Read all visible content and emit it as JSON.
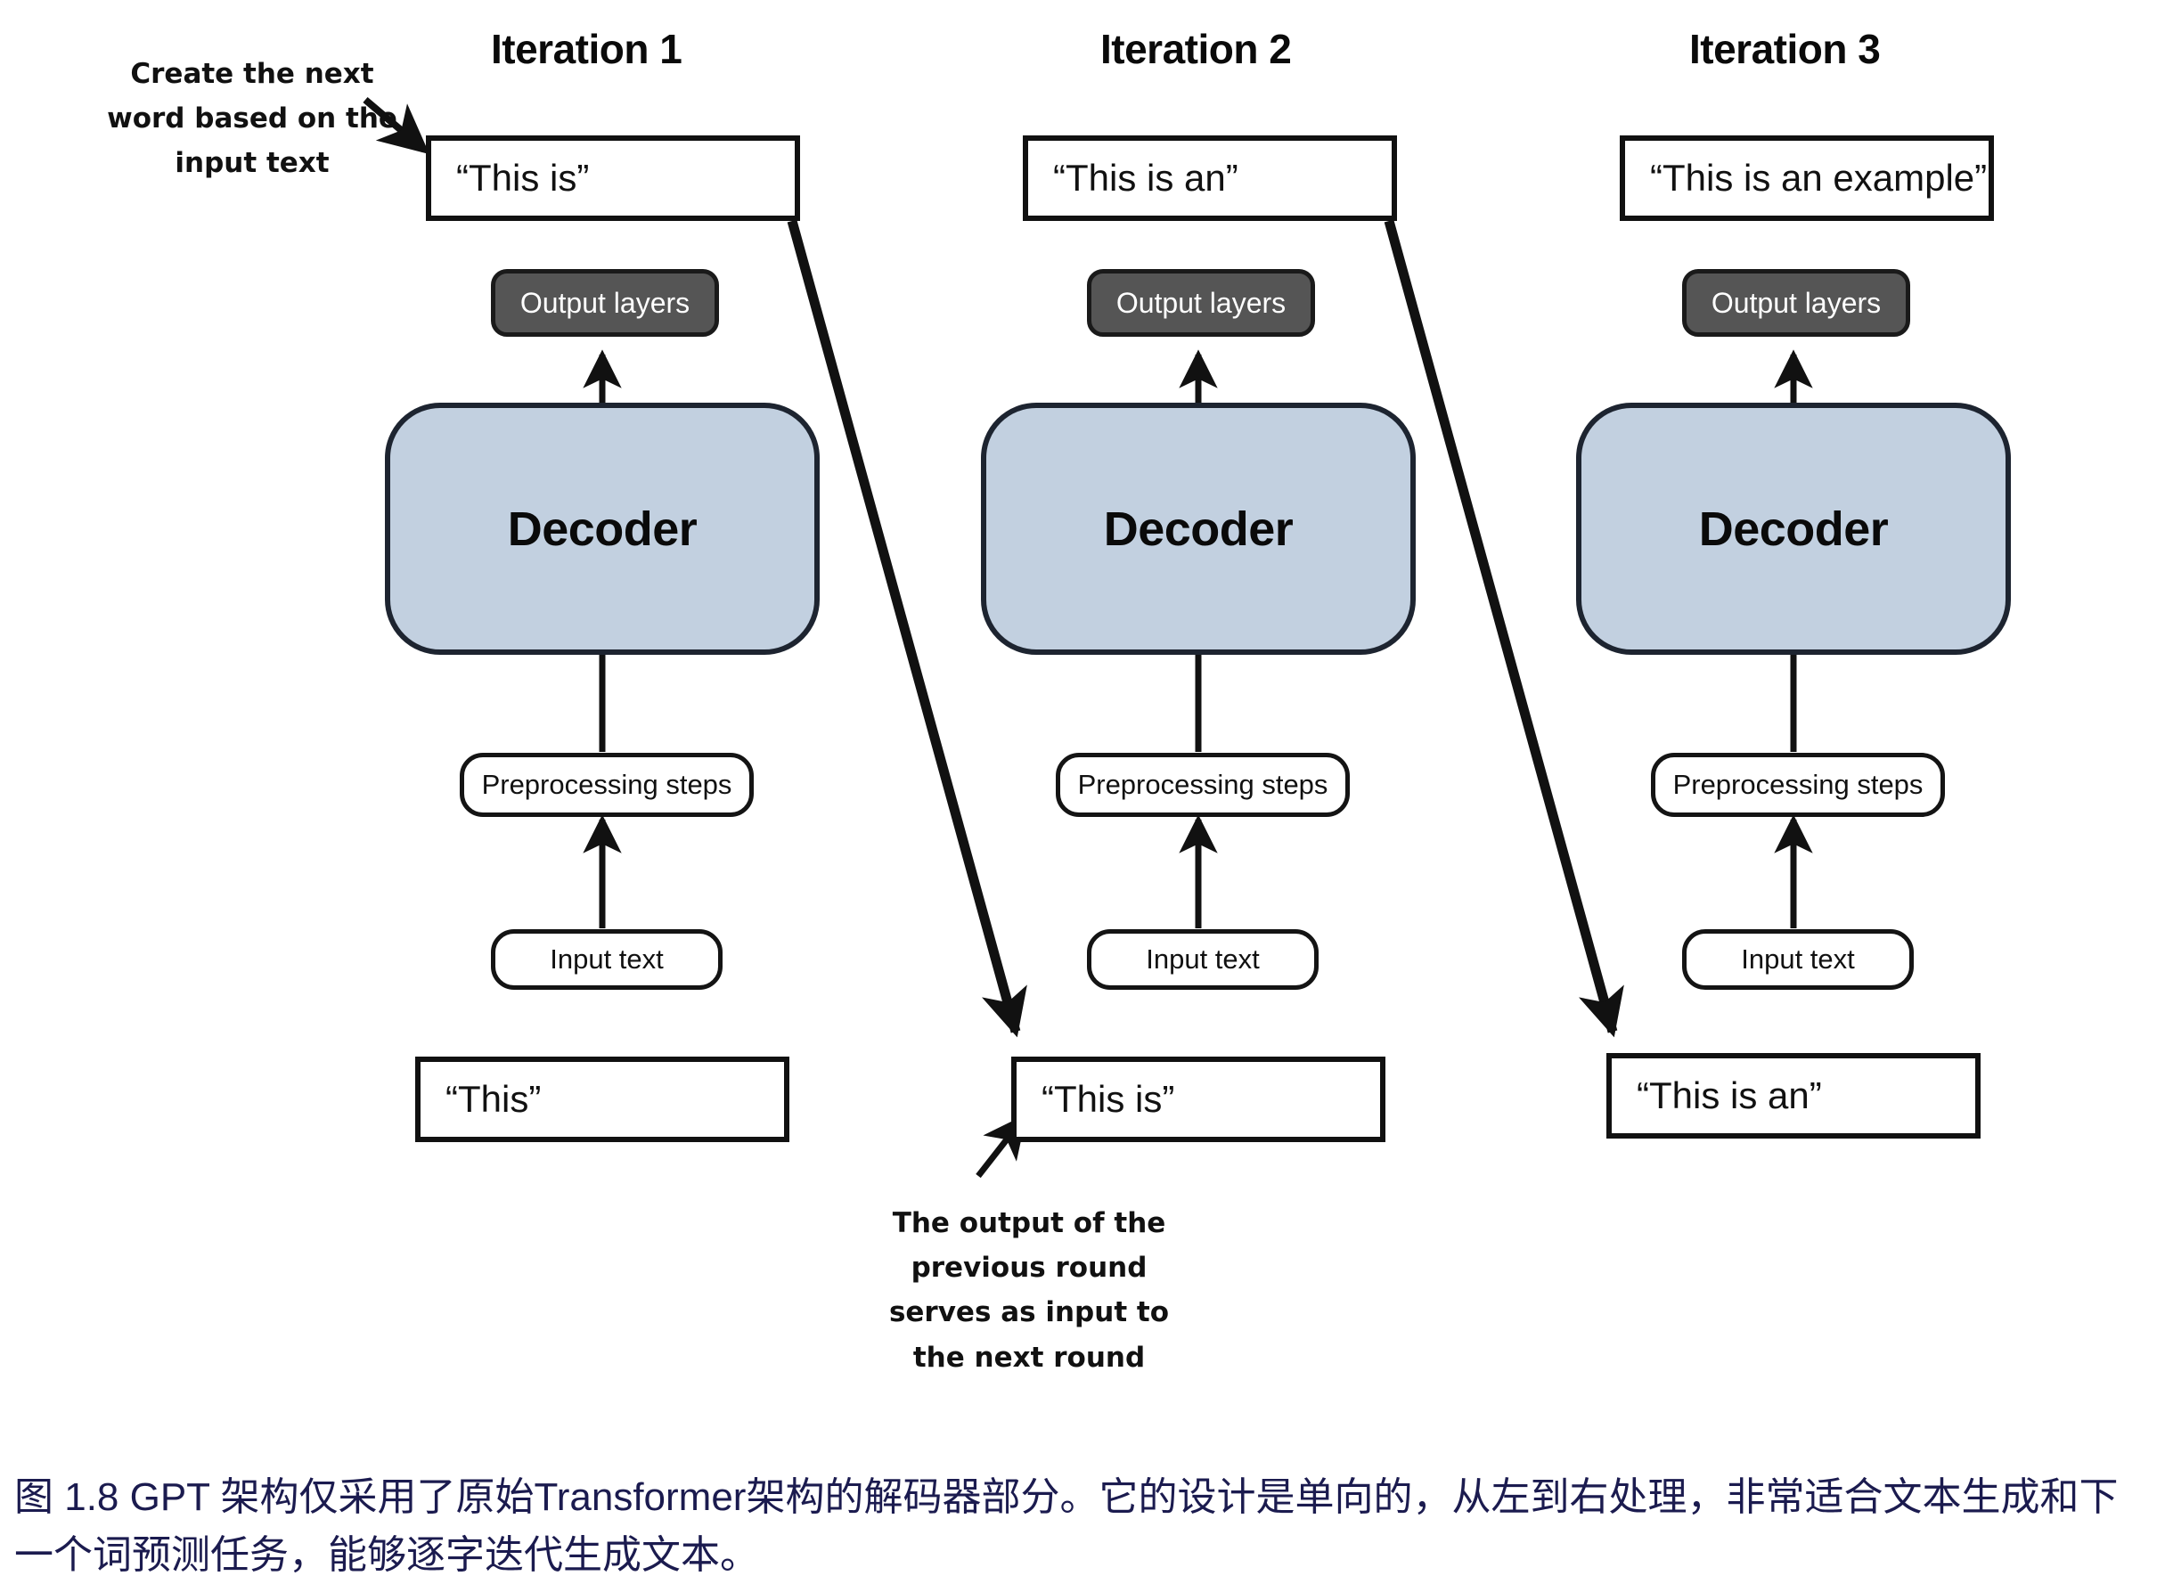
{
  "figure": {
    "columns": [
      {
        "header": "Iteration 1",
        "top_box": "“This is”",
        "output_layers": "Output layers",
        "decoder": "Decoder",
        "preprocessing": "Preprocessing steps",
        "input_text": "Input text",
        "bottom_box": "“This”"
      },
      {
        "header": "Iteration 2",
        "top_box": "“This is an”",
        "output_layers": "Output layers",
        "decoder": "Decoder",
        "preprocessing": "Preprocessing steps",
        "input_text": "Input text",
        "bottom_box": "“This is”"
      },
      {
        "header": "Iteration 3",
        "top_box": "“This is an example”",
        "output_layers": "Output layers",
        "decoder": "Decoder",
        "preprocessing": "Preprocessing steps",
        "input_text": "Input text",
        "bottom_box": "“This is an”"
      }
    ],
    "annotations": {
      "top_left": "Create the next\nword based on the\ninput text",
      "bottom_center": "The output of the\nprevious round\nserves as input to\nthe next round"
    },
    "caption": "图 1.8  GPT 架构仅采用了原始Transformer架构的解码器部分。它的设计是单向的，从左到右处理，非常适合文本生成和下一个词预测任务，能够逐字迭代生成文本。",
    "colors": {
      "decoder_fill": "#c2d0e0",
      "output_layers_fill": "#555555",
      "stroke": "#111111",
      "caption_text": "#1b1b4f"
    }
  }
}
